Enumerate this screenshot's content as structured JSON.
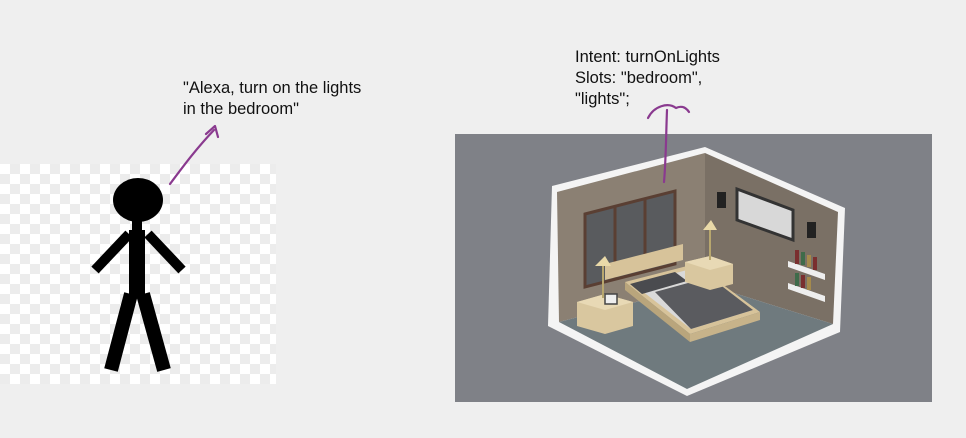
{
  "speech": {
    "line1": "\"Alexa, turn on the lights",
    "line2": "in the bedroom\""
  },
  "intent": {
    "line1": "Intent: turnOnLights",
    "line2": "Slots: \"bedroom\",",
    "line3": "\"lights\";"
  },
  "colors": {
    "background": "#efefef",
    "room_panel": "#7f8187",
    "arrow": "#8a3a8f",
    "figure": "#000000"
  }
}
